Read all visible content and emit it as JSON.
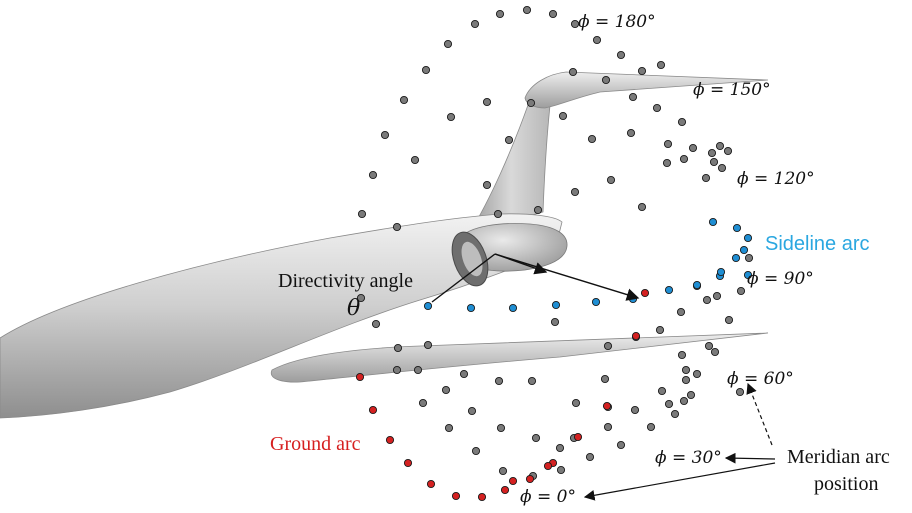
{
  "colors": {
    "grey_mic": "#7a7a7a",
    "blue_mic": "#1f8ed3",
    "red_mic": "#d42121",
    "sideline_label": "#2aa7e0",
    "ground_label": "#d61f1f",
    "aircraft": "#c8c8c8"
  },
  "labels": {
    "phi_180": "ϕ = 180°",
    "phi_150": "ϕ = 150°",
    "phi_120": "ϕ = 120°",
    "phi_90": "ϕ = 90°",
    "phi_60": "ϕ = 60°",
    "phi_30": "ϕ = 30°",
    "phi_0": "ϕ = 0°",
    "sideline_arc": "Sideline arc",
    "ground_arc": "Ground arc",
    "directivity_angle": "Directivity angle",
    "theta": "θ",
    "meridian_arc_line1": "Meridian arc",
    "meridian_arc_line2": "position"
  }
}
